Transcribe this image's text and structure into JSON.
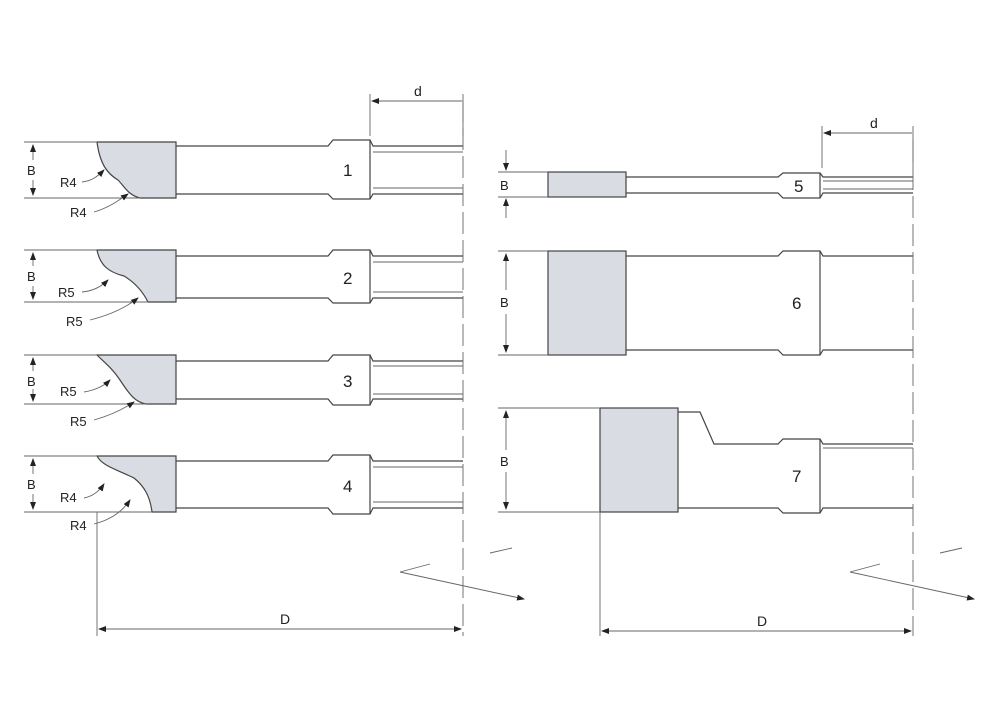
{
  "labels": {
    "b": "B",
    "d_small": "d",
    "d_large": "D",
    "r4": "R4",
    "r5": "R5"
  },
  "profiles": [
    "1",
    "2",
    "3",
    "4",
    "5",
    "6",
    "7"
  ],
  "colors": {
    "cutter_fill": "#d9dce2",
    "line": "#444444"
  }
}
